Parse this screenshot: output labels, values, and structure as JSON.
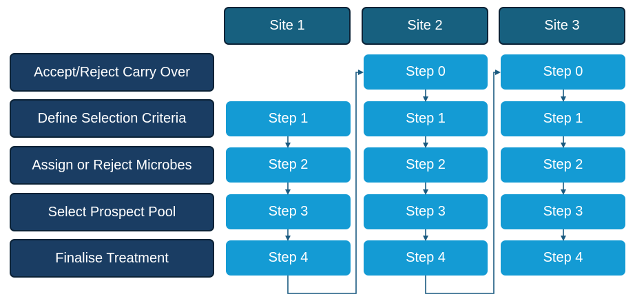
{
  "sites": [
    "Site 1",
    "Site 2",
    "Site 3"
  ],
  "rows": [
    "Accept/Reject Carry Over",
    "Define Selection Criteria",
    "Assign or Reject Microbes",
    "Select Prospect Pool",
    "Finalise Treatment"
  ],
  "steps": {
    "site1": [
      "Step 1",
      "Step 2",
      "Step 3",
      "Step 4"
    ],
    "site2": [
      "Step 0",
      "Step 1",
      "Step 2",
      "Step 3",
      "Step 4"
    ],
    "site3": [
      "Step 0",
      "Step 1",
      "Step 2",
      "Step 3",
      "Step 4"
    ]
  },
  "colors": {
    "site_header": "#17607f",
    "row_label": "#1a3d63",
    "step": "#149bd4",
    "connector": "#1a5a80"
  }
}
